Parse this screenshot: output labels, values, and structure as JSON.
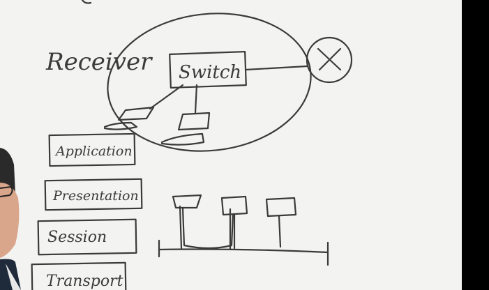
{
  "colors": {
    "board": "#f3f3f2",
    "ink": "#3a3a3a",
    "right_border": "#000000",
    "shirt": "#1f2a3a",
    "skin": "#d9a58b"
  },
  "labels": {
    "receiver": "Receiver",
    "switch": "Switch",
    "x_mark": "X"
  },
  "osi_layers": [
    "Application",
    "Presentation",
    "Session",
    "Transport"
  ]
}
